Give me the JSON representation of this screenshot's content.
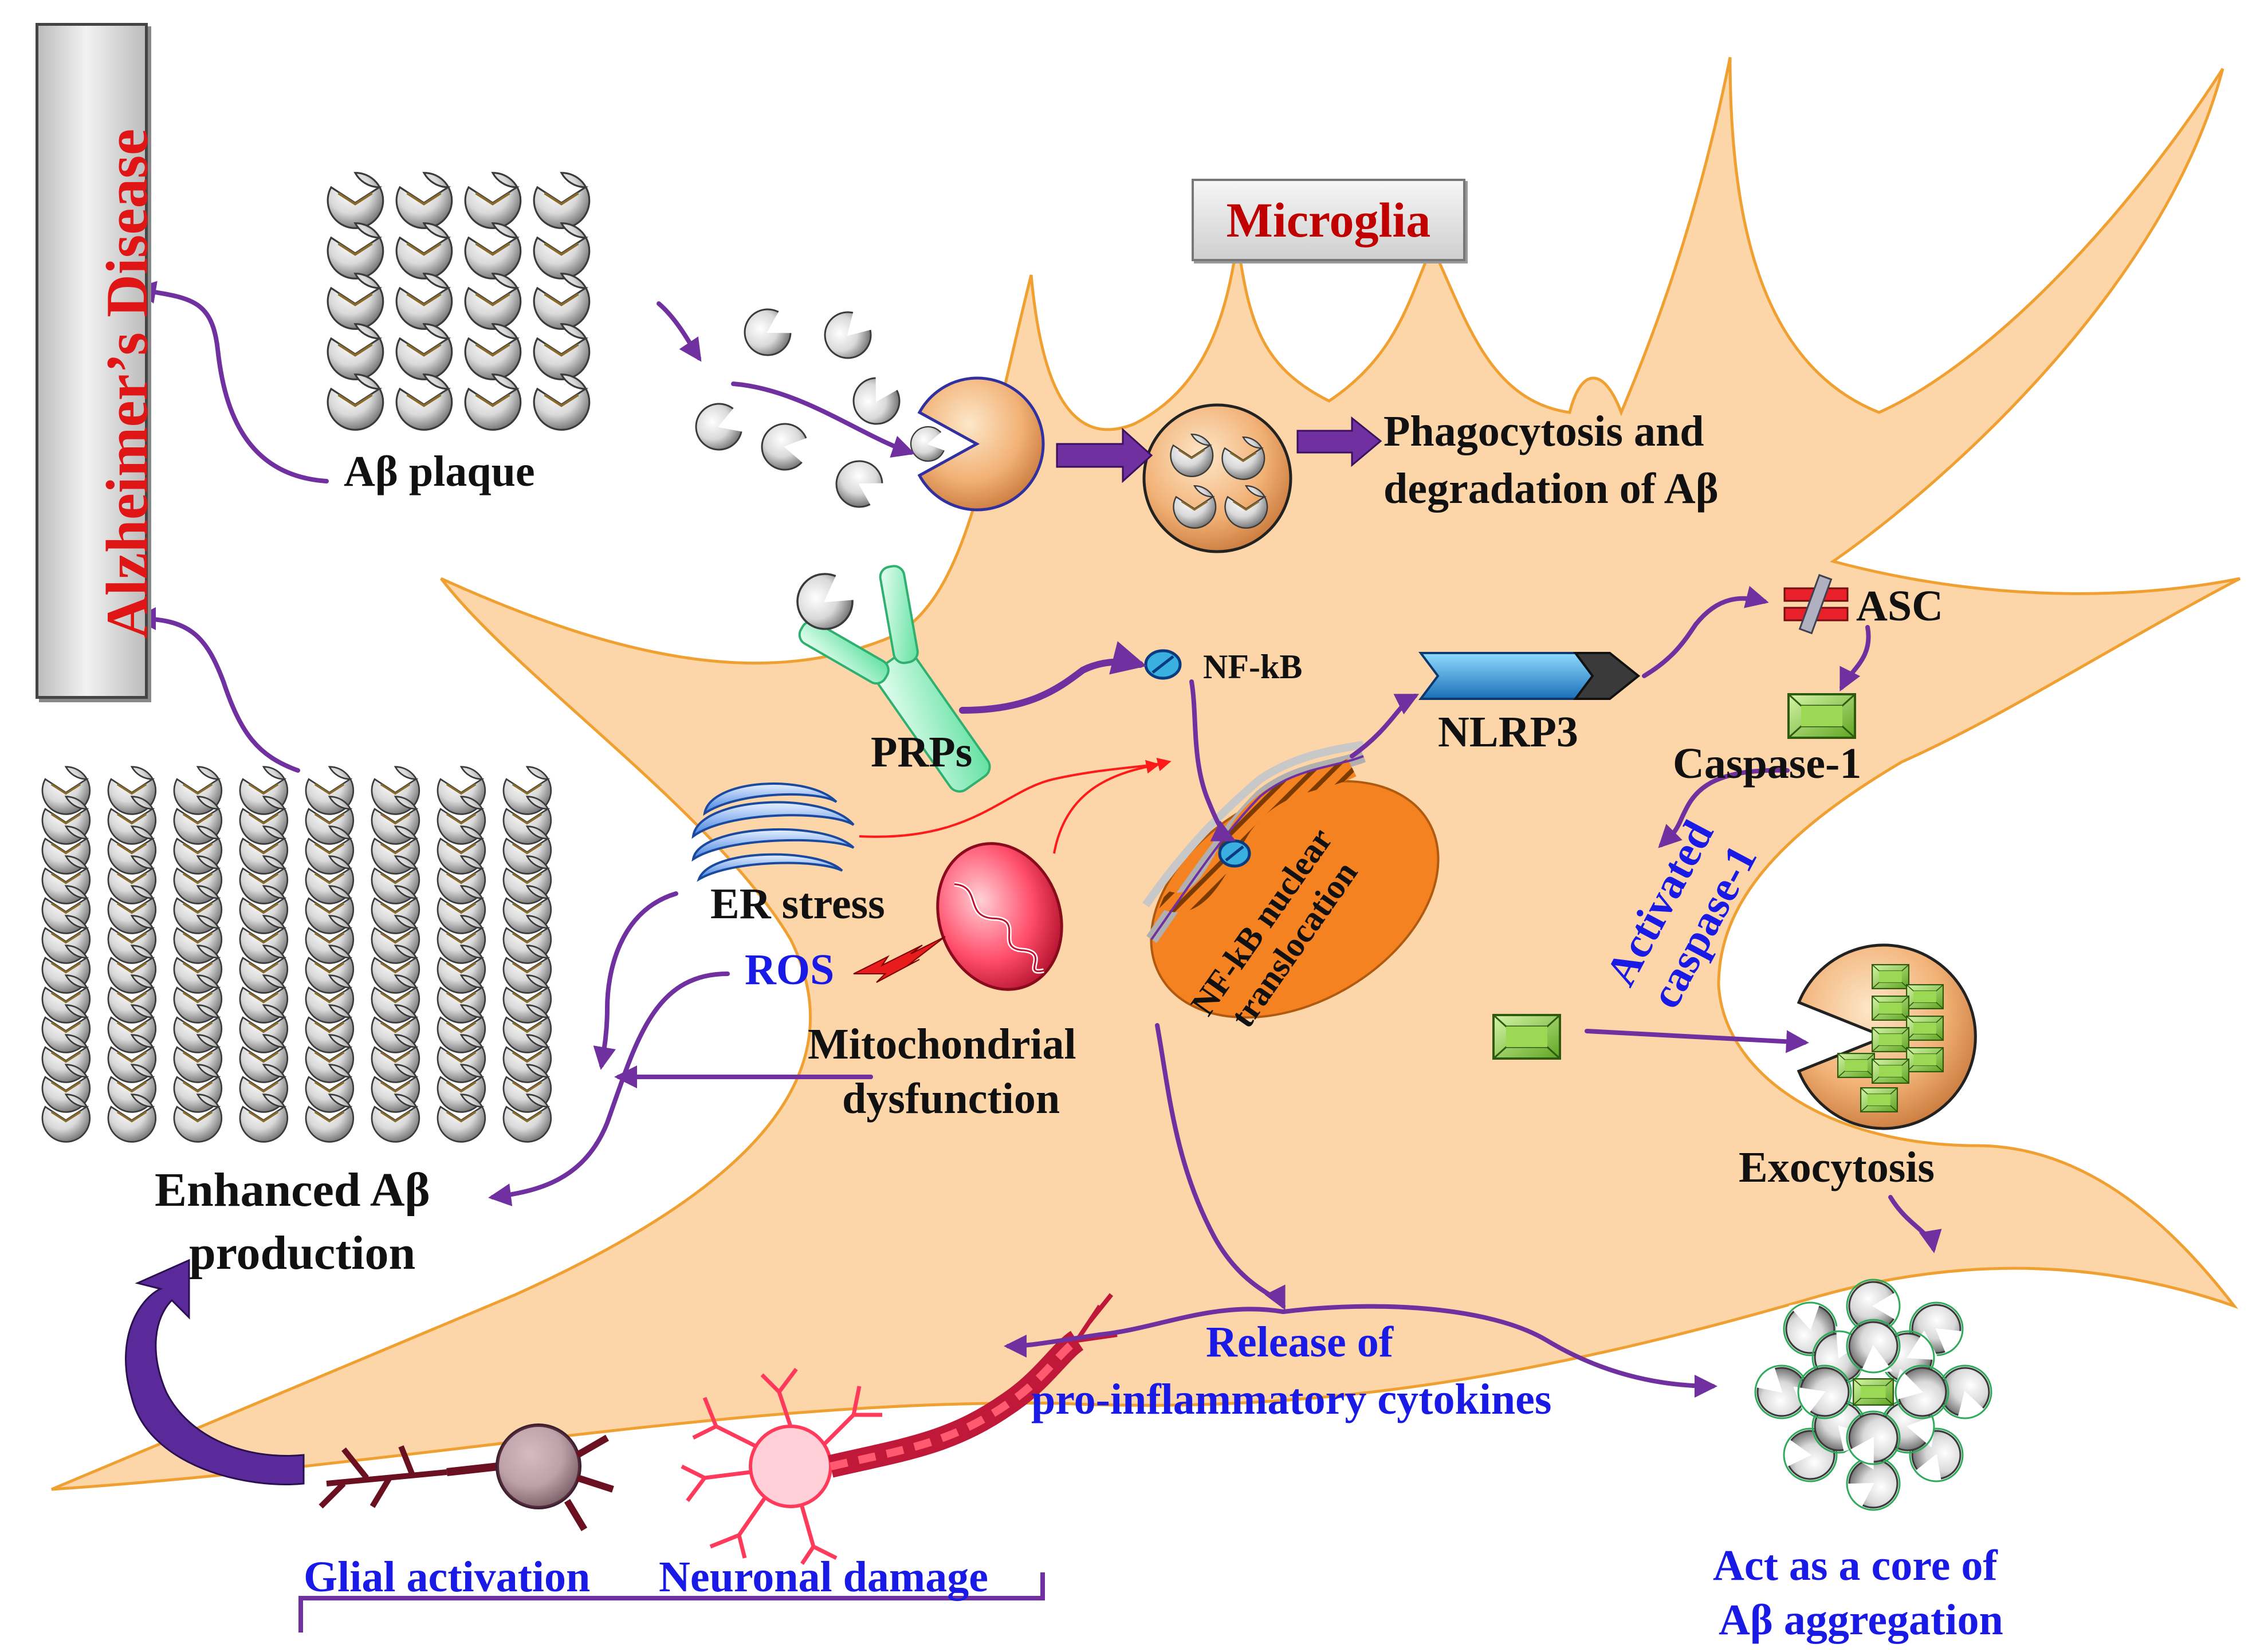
{
  "title": "Alzheimer’s Disease",
  "cell_label": "Microglia",
  "labels": {
    "ab_plaque": "Aβ plaque",
    "phagocytosis_line1": "Phagocytosis and",
    "phagocytosis_line2": "degradation  of Aβ",
    "prrs": "PRPs",
    "nfkb": "NF-kB",
    "nlrp3": "NLRP3",
    "asc": "ASC",
    "caspase1": "Caspase-1",
    "activated_line1": "Activated",
    "activated_line2": "caspase-1",
    "nucleus_line1": "NF-kB nuclear",
    "nucleus_line2": "translocation",
    "er_stress": "ER stress",
    "ros": "ROS",
    "mito_line1": "Mitochondrial",
    "mito_line2": "dysfunction",
    "enhanced_line1": "Enhanced Aβ",
    "enhanced_line2": "production",
    "exocytosis": "Exocytosis",
    "release_line1": "Release of",
    "release_line2": "pro-inflammatory  cytokines",
    "core_line1": "Act as a core of",
    "core_line2": "Aβ aggregation",
    "glial": "Glial  activation",
    "neuronal": "Neuronal damage"
  },
  "colors": {
    "cell_fill": "#fcd5a8",
    "cell_outline": "#f0a030",
    "arrow_purple": "#7030a0",
    "arrow_red": "#ff1a1a",
    "title_red": "#e01515",
    "text_blue": "#1a1ae6",
    "nucleus_orange": "#f58220",
    "caspase_green": "#8cc63f"
  },
  "icons": [
    "amyloid-beta-monomer-icon",
    "microglia-pacman-icon",
    "phagosome-icon",
    "receptor-icon",
    "nfkb-icon",
    "nlrp3-icon",
    "asc-icon",
    "caspase-icon",
    "er-icon",
    "mitochondrion-icon",
    "lightning-icon",
    "dna-icon",
    "neuron-icon",
    "astrocyte-icon"
  ]
}
